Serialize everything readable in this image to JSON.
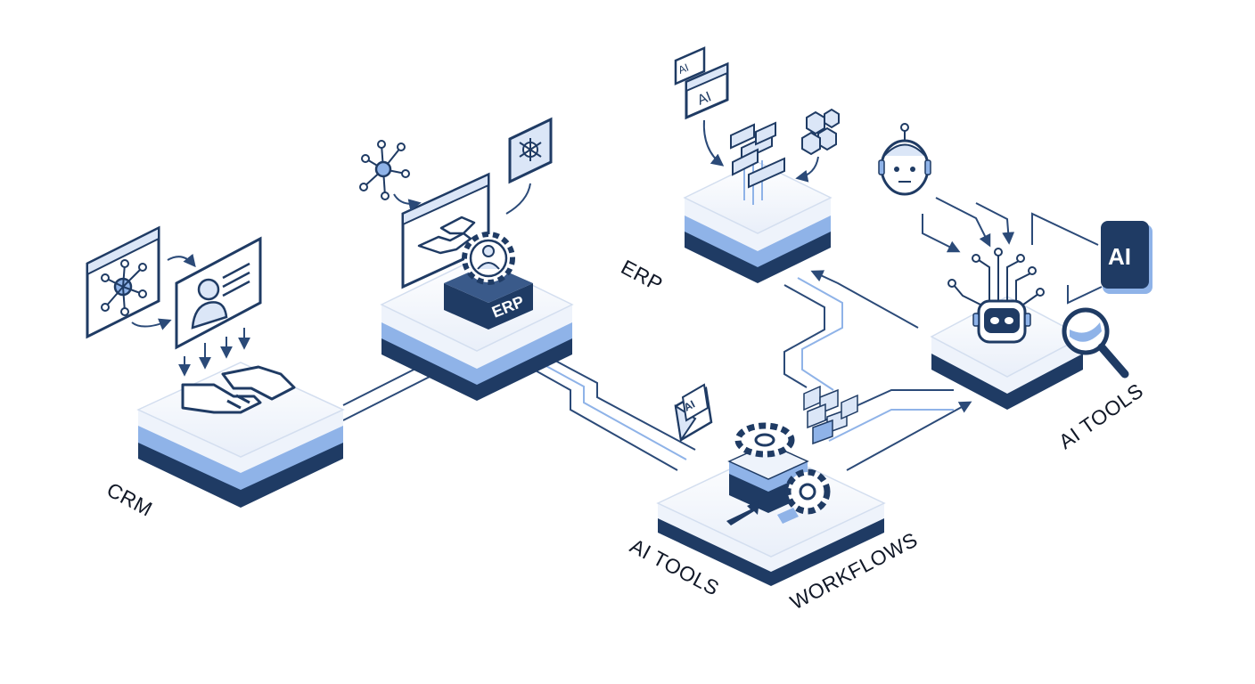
{
  "diagram": {
    "labels": {
      "crm": "CRM",
      "erp": "ERP",
      "ai_tools_left": "AI TOOLS",
      "workflows": "WORKFLOWS",
      "ai_tools_right": "AI TOOLS"
    },
    "erp_block_text": "ERP",
    "ai_badge_text": "AI",
    "ai_card_small": "AI",
    "ai_card_large": "AI",
    "ai_envelope_text": "AI",
    "colors": {
      "navy": "#1f3b64",
      "blue": "#8fb3e8",
      "light": "#eef3fb",
      "line": "#2b4a78"
    }
  }
}
